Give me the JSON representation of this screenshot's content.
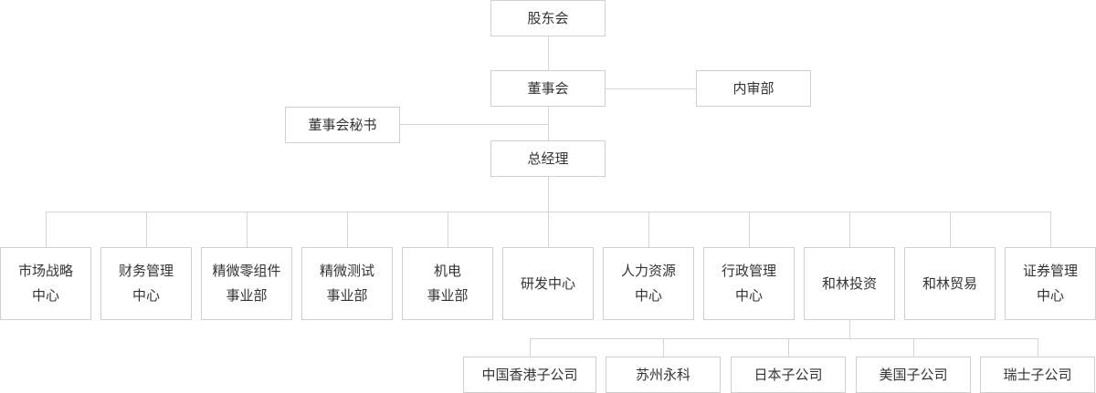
{
  "org_chart": {
    "top": {
      "shareholders": "股东会",
      "board": "董事会",
      "internal_audit": "内审部",
      "board_secretary": "董事会秘书",
      "general_manager": "总经理"
    },
    "departments": [
      "市场战略\n中心",
      "财务管理\n中心",
      "精微零组件\n事业部",
      "精微测试\n事业部",
      "机电\n事业部",
      "研发中心",
      "人力资源\n中心",
      "行政管理\n中心",
      "和林投资",
      "和林贸易",
      "证券管理\n中心"
    ],
    "subsidiaries": [
      "中国香港子公司",
      "苏州永科",
      "日本子公司",
      "美国子公司",
      "瑞士子公司"
    ]
  }
}
